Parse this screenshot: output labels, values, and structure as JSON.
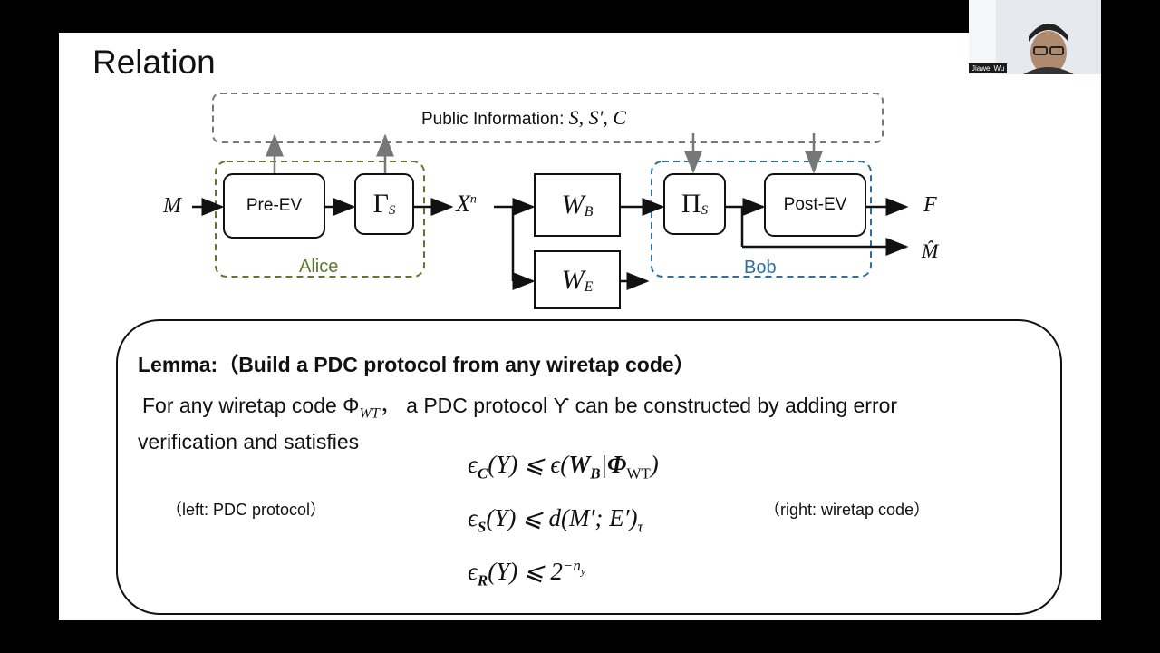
{
  "slide": {
    "title": "Relation",
    "public_info_label": "Public Information: ",
    "public_info_symbols": "S, S', C"
  },
  "diagram": {
    "input": "M",
    "pre_ev": "Pre-EV",
    "gamma_s": "ΓS",
    "xn": "Xⁿ",
    "wb": "WB",
    "we": "WE",
    "pi_s": "ΠS",
    "post_ev": "Post-EV",
    "output_f": "F",
    "output_mhat": "M̂",
    "alice": "Alice",
    "bob": "Bob"
  },
  "lemma": {
    "heading": "Lemma:（Build a PDC protocol from any wiretap code）",
    "line1_a": "For any wiretap code Φ",
    "line1_sub": "WT",
    "line1_b": "， a PDC protocol ϒ can be constructed by adding error",
    "line2": "verification and satisfies",
    "left_note": "（left: PDC protocol）",
    "right_note": "（right:  wiretap code）"
  },
  "webcam": {
    "name": "Jiawei Wu"
  },
  "colors": {
    "alice": "#5b7a2c",
    "bob": "#2f6f9f",
    "pointer": "#d02030"
  }
}
